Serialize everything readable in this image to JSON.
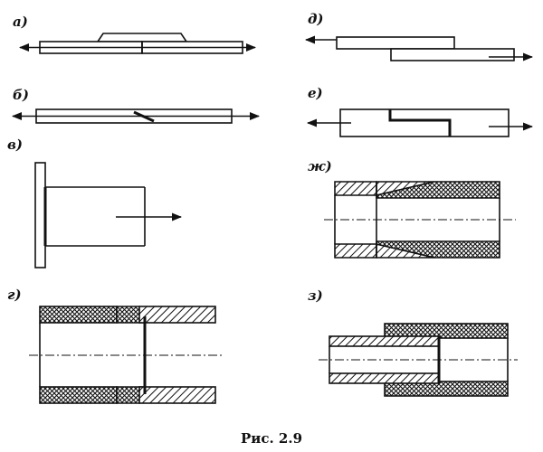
{
  "figure": {
    "caption": "Рис. 2.9",
    "labels": {
      "a": "а)",
      "b": "б)",
      "v": "в)",
      "g": "г)",
      "d": "д)",
      "e": "е)",
      "zh": "ж)",
      "z": "з)"
    }
  }
}
